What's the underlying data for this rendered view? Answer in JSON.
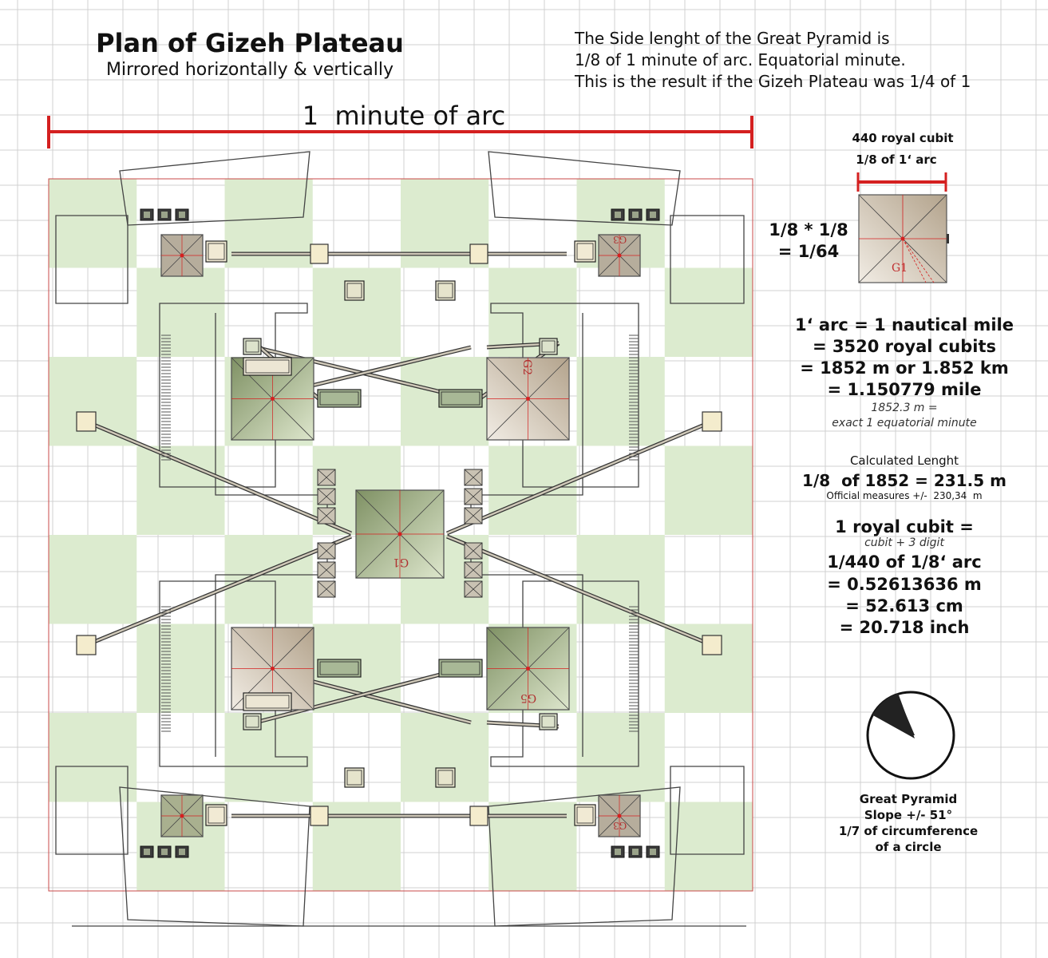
{
  "header": {
    "title": "Plan of Gizeh Plateau",
    "subtitle": "Mirrored horizontally & vertically",
    "note_lines": [
      "The Side lenght of the Great Pyramid is",
      "1/8 of 1 minute of arc. Equatorial minute.",
      "This is the result if the Gizeh Plateau was 1/4 of 1"
    ]
  },
  "scale_bar": {
    "label": "1  minute of arc"
  },
  "inset": {
    "top_label": "440 royal cubit",
    "bar_label": "1/8 of 1‘ arc",
    "ratio_line1": "1/8 * 1/8",
    "ratio_line2": "= 1/64",
    "pyramid_label": "G1"
  },
  "facts": {
    "nautical": [
      "1‘ arc = 1 nautical mile",
      "= 3520 royal cubits",
      "= 1852 m or 1.852 km",
      "= 1.150779 mile"
    ],
    "equatorial_note": [
      "1852.3 m =",
      "exact 1 equatorial minute"
    ],
    "calc_title": "Calculated Lenght",
    "calc_value": "1/8  of 1852 = 231.5 m",
    "calc_official": "Official measures +/-  230,34  m",
    "cubit_title": "1 royal cubit =",
    "cubit_sub": "cubit + 3 digit",
    "cubit_lines": [
      "1/440 of 1/8‘ arc",
      "= 0.52613636 m",
      "= 52.613 cm",
      "= 20.718 inch"
    ]
  },
  "slope": {
    "lines": [
      "Great Pyramid",
      "Slope +/- 51°",
      "1/7 of circumference",
      "of a circle"
    ]
  },
  "plan": {
    "pyramid_labels": {
      "g1": "G1",
      "g2": "G2",
      "g3": "G3",
      "g5": "G5"
    }
  },
  "colors": {
    "scale_red": "#d42020",
    "tile_green": "#dcebcf",
    "pyramid_green": "#8f9e74",
    "pyramid_tan": "#cbbfae",
    "grid": "#d0d0d0"
  }
}
